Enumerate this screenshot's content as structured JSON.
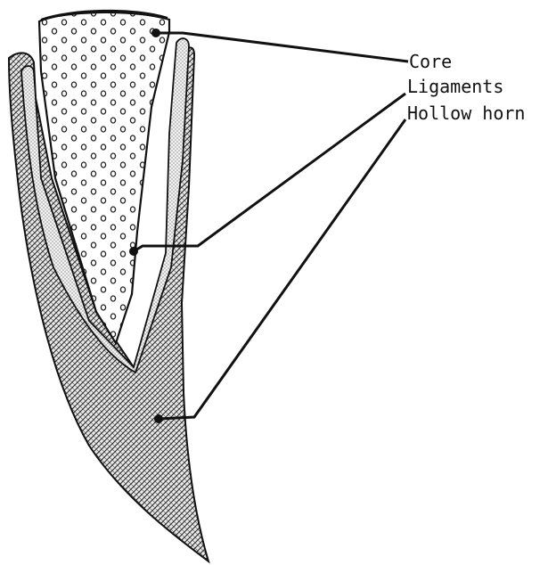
{
  "labels": {
    "core": "Core",
    "ligaments": "Ligaments",
    "hollow_horn": "Hollow horn"
  },
  "colors": {
    "ink": "#111111",
    "hatch": "#2a2a2a",
    "stipple": "#555555",
    "background": "#ffffff"
  }
}
